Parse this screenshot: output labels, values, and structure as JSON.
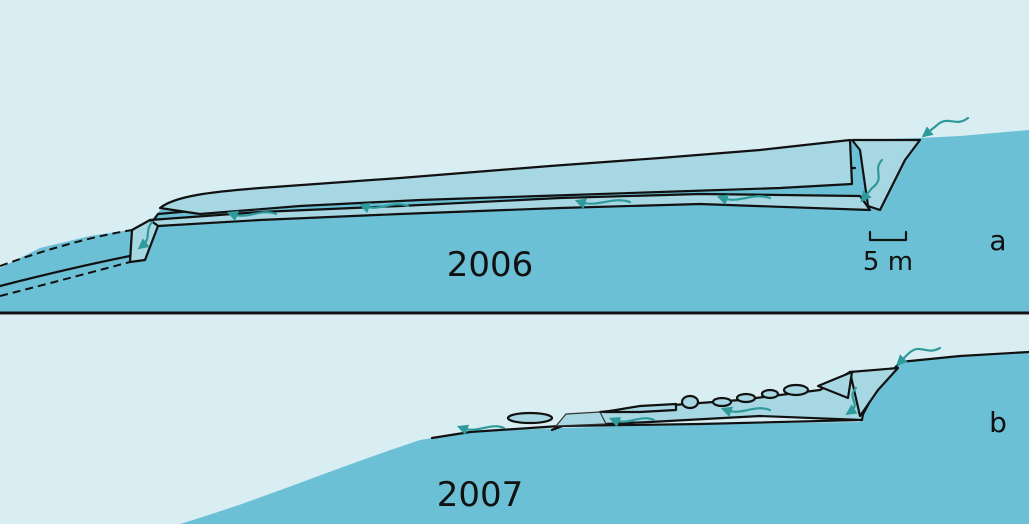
{
  "panels": [
    {
      "letter": "a",
      "year": "2006"
    },
    {
      "letter": "b",
      "year": "2007"
    }
  ],
  "scale_bar": {
    "label": "5 m"
  },
  "colors": {
    "sky": "#d9eef3",
    "rock": "#6cc0d6",
    "cave_fill": "#a6d7e2",
    "flow_arrows": "#2e9a9a",
    "outline": "#111111"
  }
}
